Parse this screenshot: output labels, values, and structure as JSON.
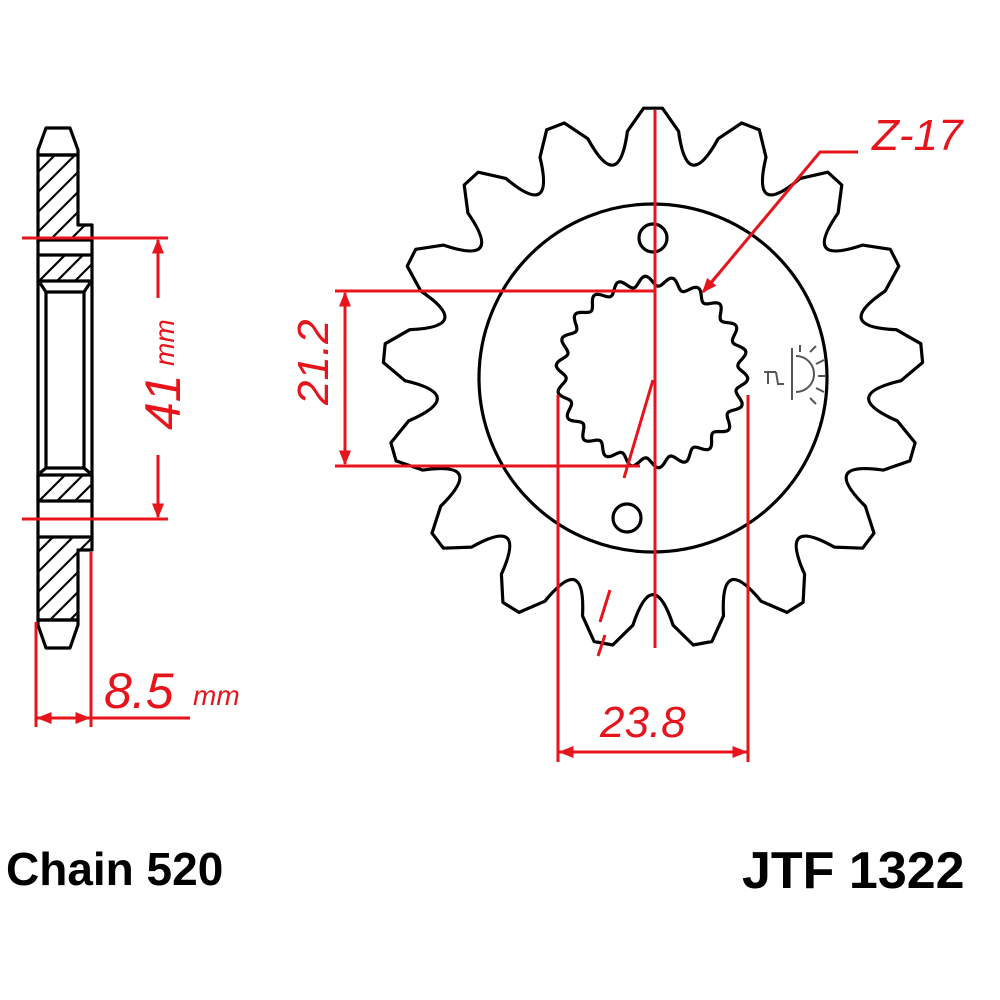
{
  "product": {
    "part_number": "JTF 1322",
    "chain": "Chain 520"
  },
  "dimensions": {
    "teeth": "Z-17",
    "spline_height": "21.2",
    "spline_width": "23.8",
    "bore_span_value": "41",
    "bore_span_unit": "mm",
    "thickness_value": "8.5",
    "thickness_unit": "mm"
  },
  "colors": {
    "dimension": "#e8141c",
    "outline": "#000000",
    "background": "#ffffff"
  },
  "icons": {
    "sun_symbol": "sun-symbol-icon"
  }
}
